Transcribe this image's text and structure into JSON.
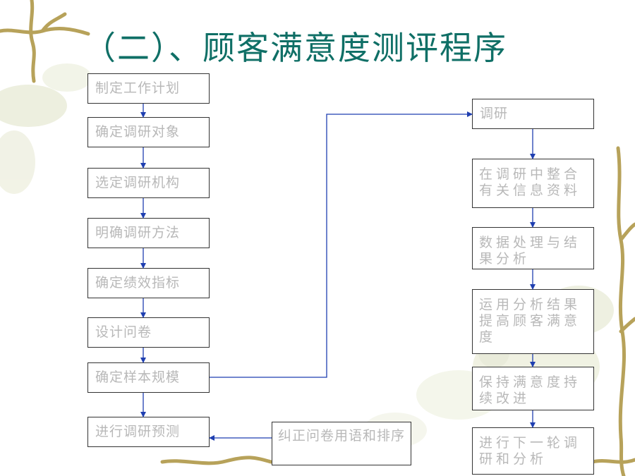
{
  "slide": {
    "title": "（二）、顾客满意度测评程序"
  },
  "left_steps": [
    "制定工作计划",
    "确定调研对象",
    "选定调研机构",
    "明确调研方法",
    "确定绩效指标",
    "设计问卷",
    "确定样本规模",
    "进行调研预测"
  ],
  "feedback_step": "纠正问卷用语和排序",
  "right_steps": [
    "调研",
    "在调研中整合有关信息资料",
    "数据处理与结果分析",
    "运用分析结果提高顾客满意度",
    "保持满意度持续改进",
    "进行下一轮调研和分析"
  ],
  "colors": {
    "title": "#0f6f66",
    "box_text": "#b8b8b8",
    "box_border": "#333333",
    "arrow": "#1f3fb0",
    "decor_vine": "#b7a25a",
    "decor_leaf": "#dfe3c6"
  },
  "icons": {
    "background": "vine-and-flower-decoration"
  }
}
